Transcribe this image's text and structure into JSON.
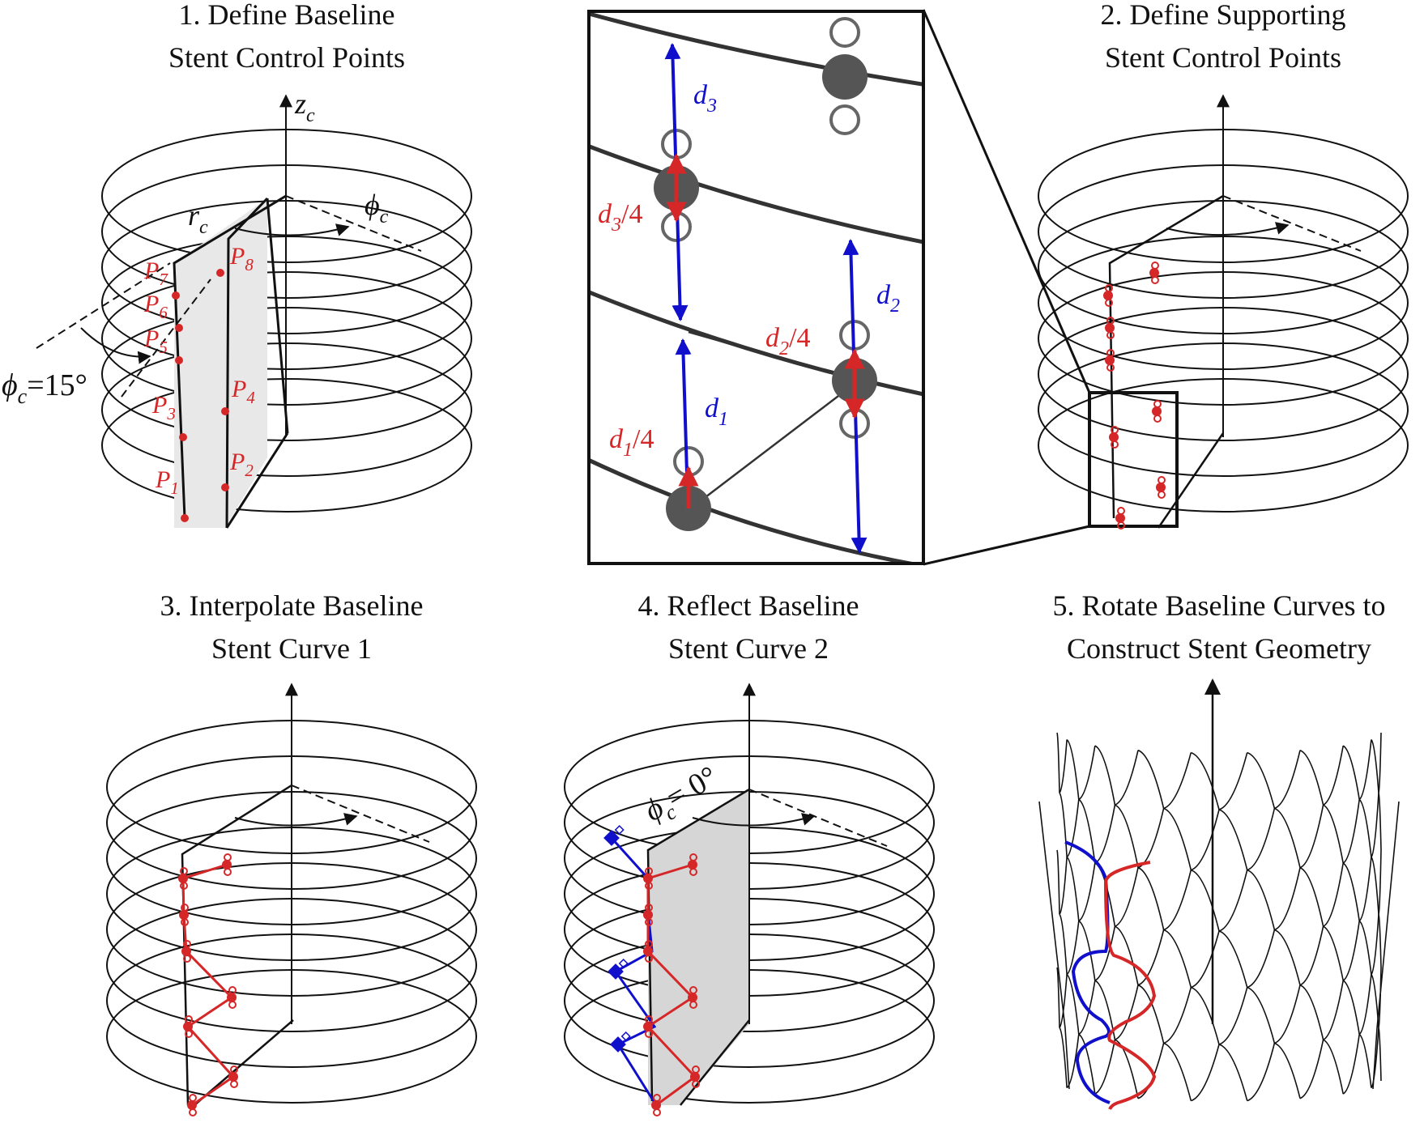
{
  "panels": [
    {
      "id": "p1",
      "title_line1": "1. Define Baseline",
      "title_line2": "Stent Control Points"
    },
    {
      "id": "p2",
      "title_line1": "2. Define Supporting",
      "title_line2": "Stent Control Points"
    },
    {
      "id": "p3",
      "title_line1": "3. Interpolate Baseline",
      "title_line2": "Stent Curve 1"
    },
    {
      "id": "p4",
      "title_line1": "4. Reflect Baseline",
      "title_line2": "Stent Curve 2"
    },
    {
      "id": "p5",
      "title_line1": "5. Rotate Baseline Curves to",
      "title_line2": "Construct Stent Geometry"
    }
  ],
  "axis_labels": {
    "z": "z",
    "z_sub": "c",
    "r": "r",
    "r_sub": "c",
    "phi": "ϕ",
    "phi_sub": "c"
  },
  "angle_labels": {
    "phi15": {
      "sym": "ϕ",
      "sub": "c",
      "rest": "=15°"
    },
    "phi0": {
      "sym": "ϕ",
      "sub": "c",
      "rest": "= 0°"
    }
  },
  "control_points": [
    {
      "p": "P",
      "sub": "1"
    },
    {
      "p": "P",
      "sub": "2"
    },
    {
      "p": "P",
      "sub": "3"
    },
    {
      "p": "P",
      "sub": "4"
    },
    {
      "p": "P",
      "sub": "5"
    },
    {
      "p": "P",
      "sub": "6"
    },
    {
      "p": "P",
      "sub": "7"
    },
    {
      "p": "P",
      "sub": "8"
    }
  ],
  "zoom_labels": {
    "d1": {
      "d": "d",
      "sub": "1"
    },
    "d2": {
      "d": "d",
      "sub": "2"
    },
    "d3": {
      "d": "d",
      "sub": "3"
    },
    "d1q": {
      "d": "d",
      "sub": "1",
      "rest": "/4"
    },
    "d2q": {
      "d": "d",
      "sub": "2",
      "rest": "/4"
    },
    "d3q": {
      "d": "d",
      "sub": "3",
      "rest": "/4"
    }
  },
  "colors": {
    "red": "#d62728",
    "blue": "#1010cc",
    "black": "#111111",
    "gray": "#555555"
  }
}
